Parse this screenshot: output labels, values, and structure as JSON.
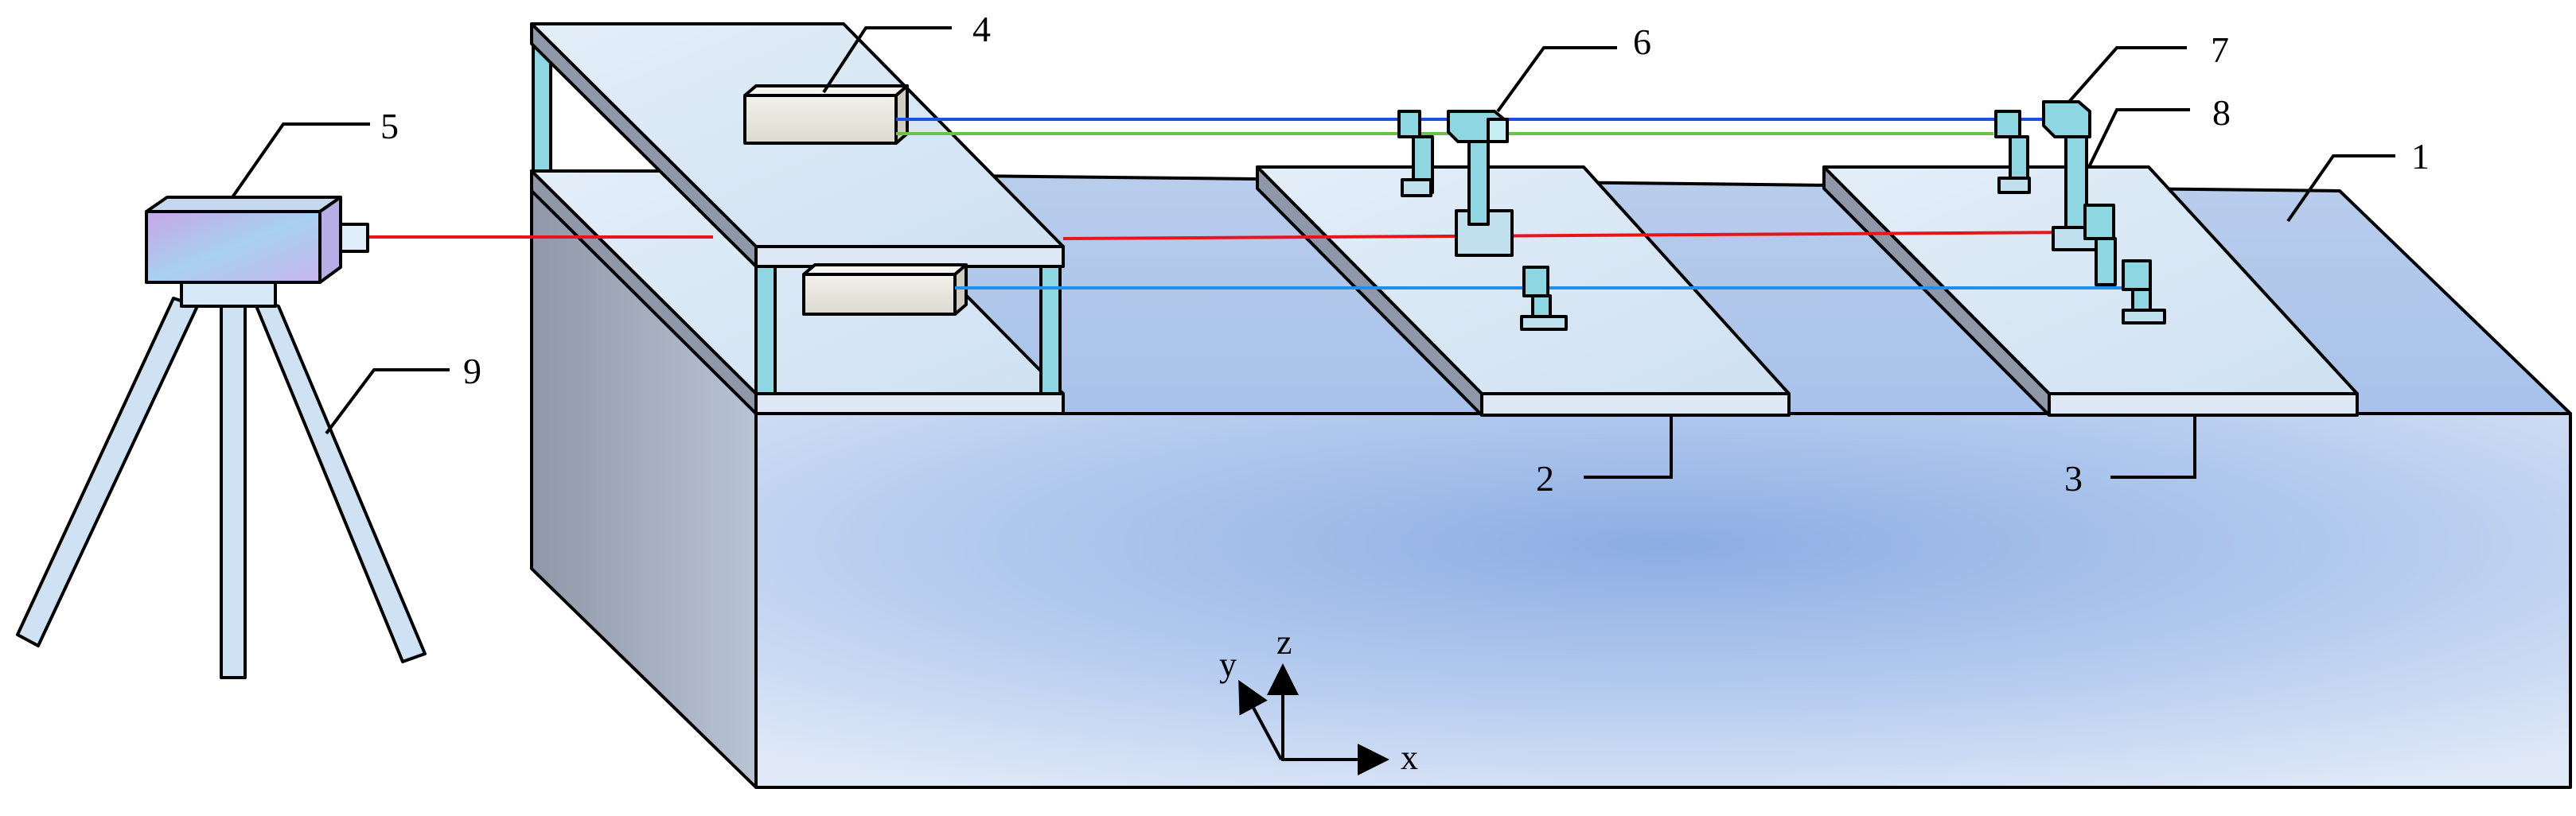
{
  "diagram": {
    "callouts": [
      "1",
      "2",
      "3",
      "4",
      "5",
      "6",
      "7",
      "8",
      "9"
    ],
    "axes": {
      "x": "x",
      "y": "y",
      "z": "z"
    },
    "colors": {
      "red_beam": "#e8141b",
      "blue_beam": "#1f4fe0",
      "green_beam": "#6cc04a",
      "cyan_beam": "#1e90ef",
      "pole": "#8fd6e3",
      "tank_front_center": "#8fb0e2",
      "plate": "#dceaf6"
    }
  }
}
